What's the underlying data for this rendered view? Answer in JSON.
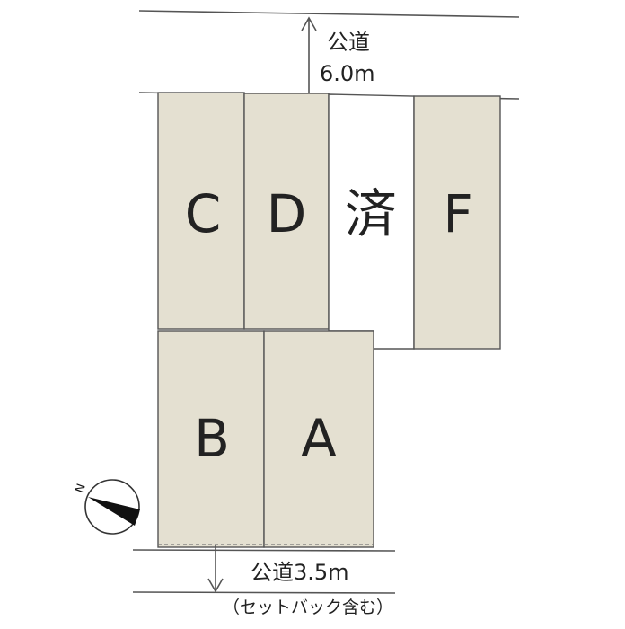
{
  "roads": {
    "north": {
      "name": "公道",
      "width": "6.0m"
    },
    "south": {
      "name": "公道3.5m",
      "note": "（セットバック含む）"
    }
  },
  "lots": {
    "a": "A",
    "b": "B",
    "c": "C",
    "d": "D",
    "e": "済",
    "f": "F"
  },
  "compass": {
    "north_label": "N"
  },
  "colors": {
    "lot_fill": "#e4e0d1",
    "sold_fill": "#ffffff",
    "line": "#555555"
  }
}
